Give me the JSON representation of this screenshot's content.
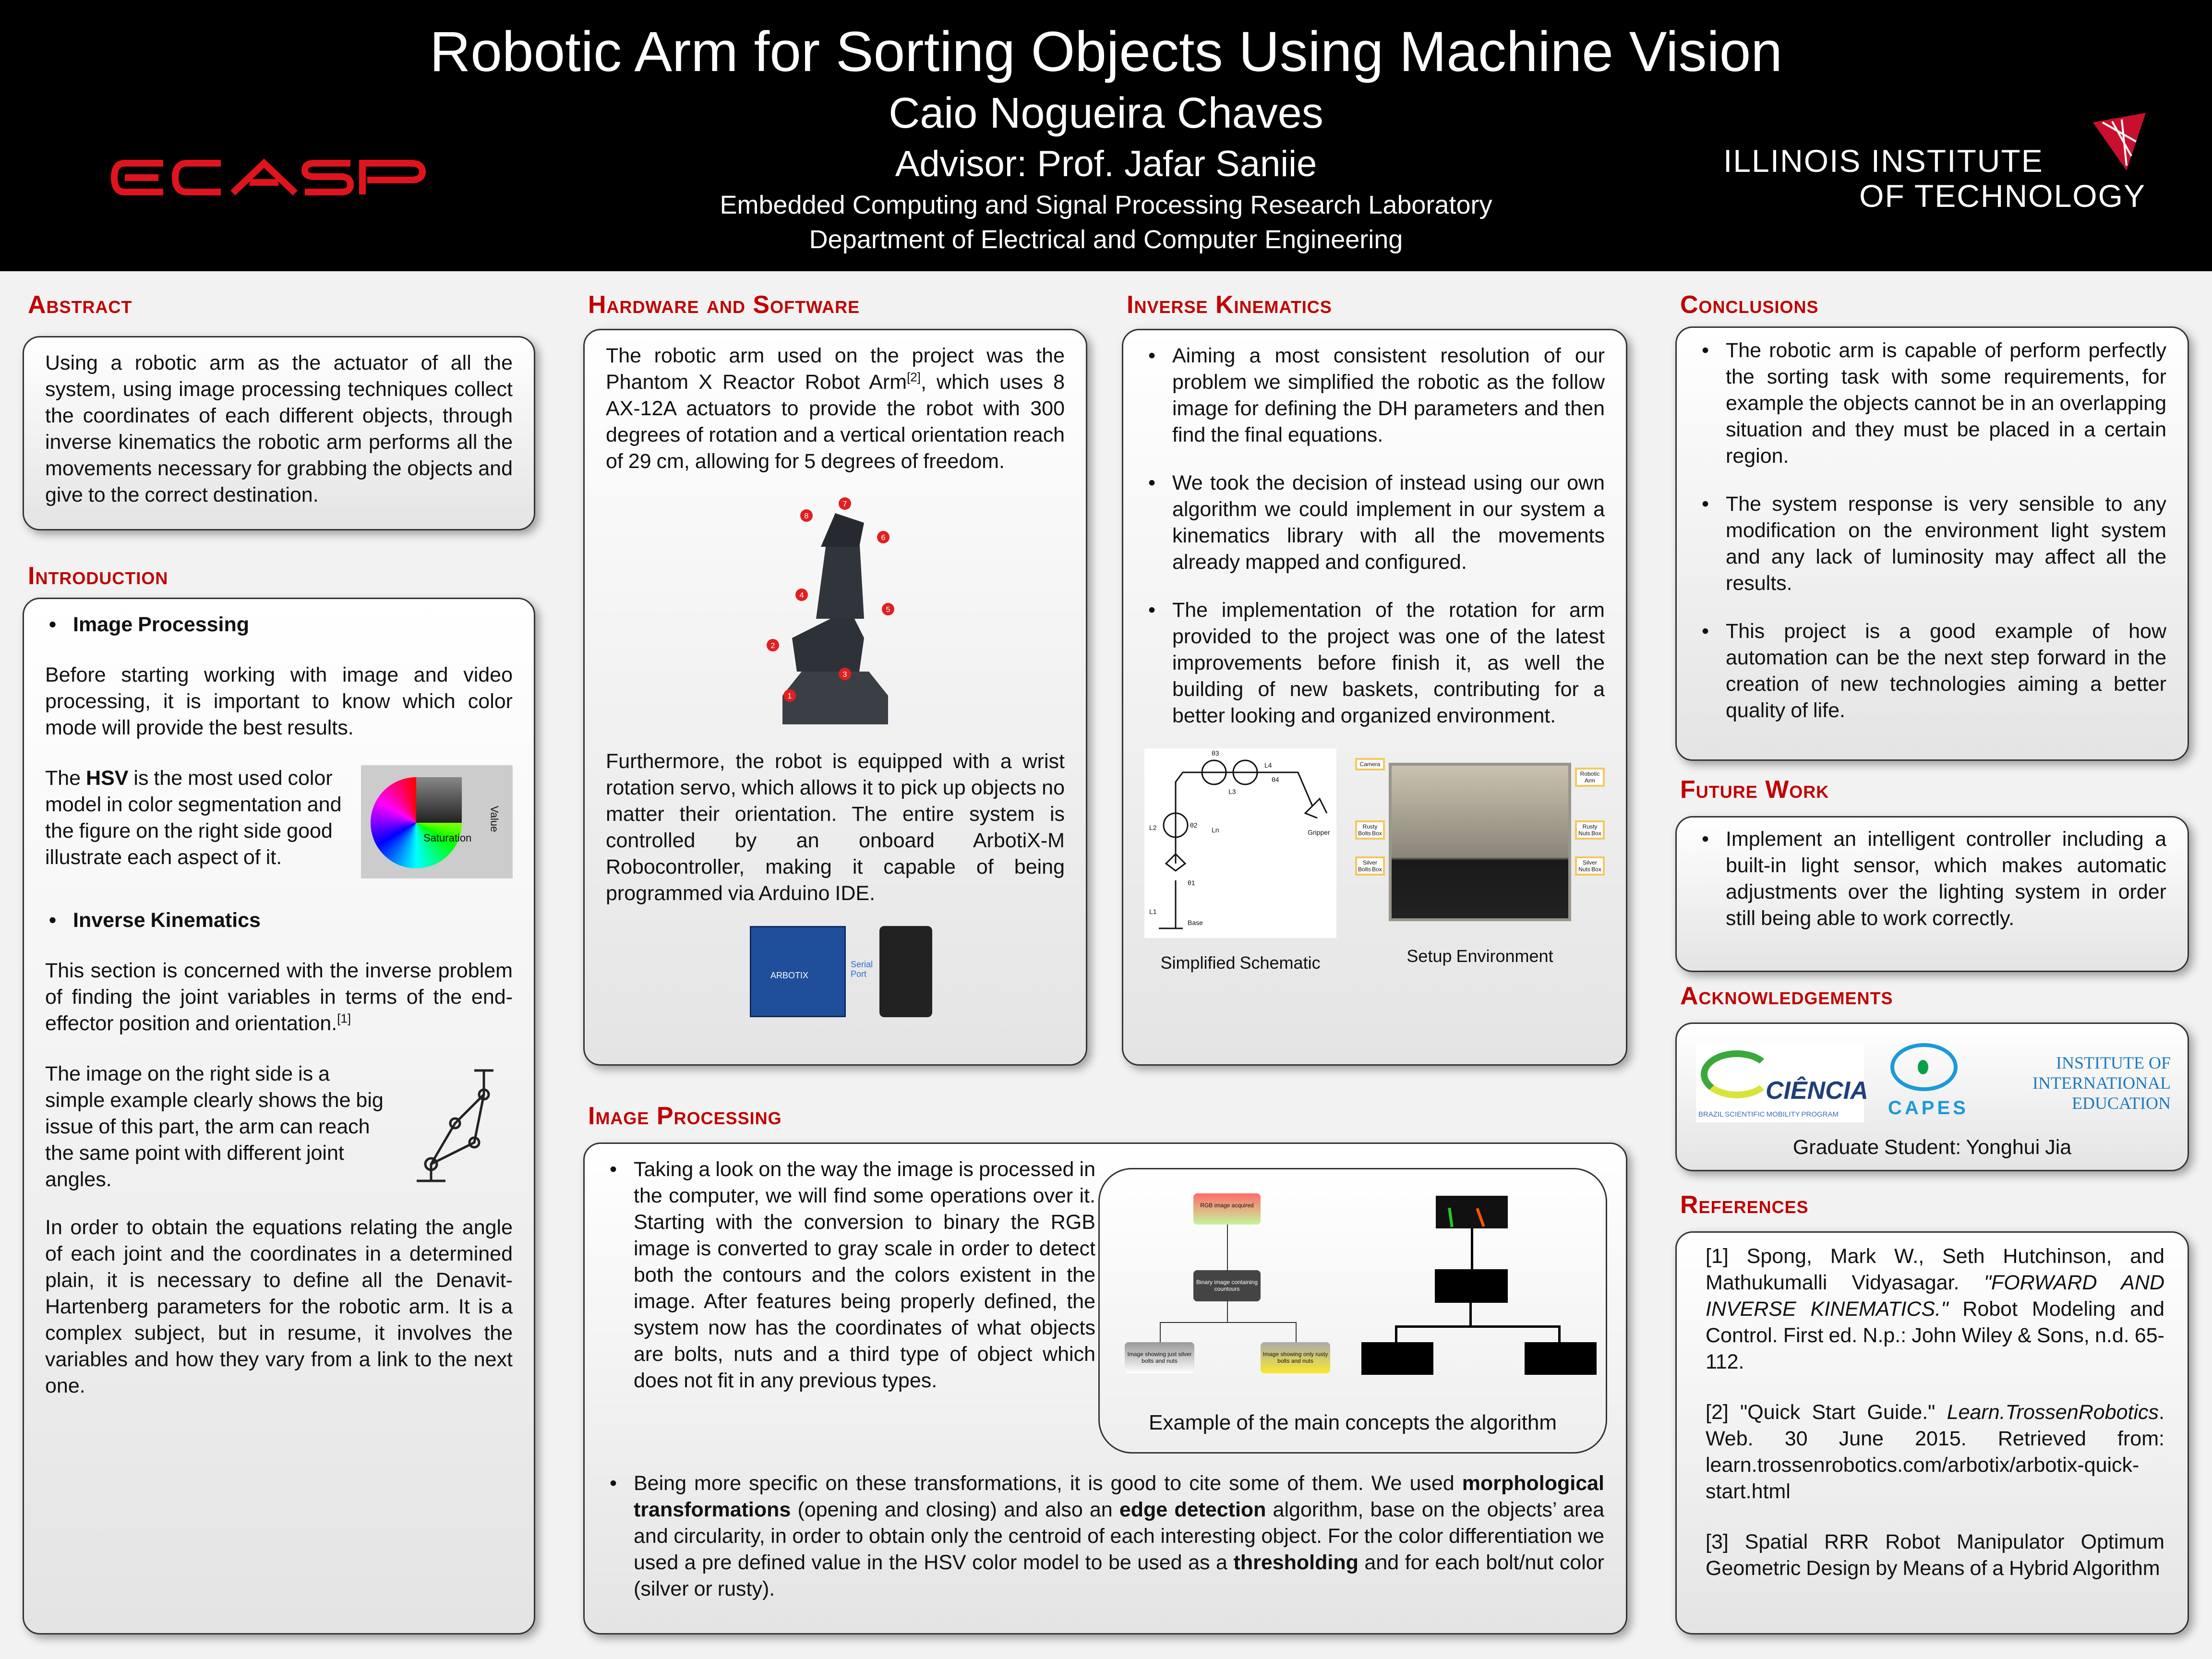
{
  "header": {
    "title": "Robotic Arm for Sorting Objects Using Machine Vision",
    "author": "Caio Nogueira Chaves",
    "advisor": "Advisor:  Prof.  Jafar Saniie",
    "lab": "Embedded Computing and Signal Processing Research Laboratory",
    "dept": "Department of Electrical and Computer Engineering",
    "logo_left": "ECASP",
    "logo_right_line1": "ILLINOIS INSTITUTE",
    "logo_right_line2": "OF TECHNOLOGY"
  },
  "abstract": {
    "heading": "Abstract",
    "text": "Using a robotic arm as the actuator of all the system, using image processing techniques collect the coordinates of each different objects, through inverse kinematics the robotic arm performs all the movements necessary for grabbing the objects and give to the correct destination."
  },
  "introduction": {
    "heading": "Introduction",
    "b1": "Image Processing",
    "p1": "Before starting working with image and video processing, it is important to know which color mode will provide the best results.",
    "p2a": "The ",
    "p2b": "HSV",
    "p2c": " is the most used color model in color segmentation and the figure on the right side good illustrate each aspect of it.",
    "hsv_labels": [
      "Saturation",
      "Value"
    ],
    "b2": "Inverse Kinematics",
    "p3": "This section is concerned with the inverse problem of finding  the joint variables in terms of the end-effector position and orientation.",
    "p3_ref": "[1]",
    "p4": "The image  on the right side is a simple example clearly shows the big issue of this part, the arm can reach the same point with different joint angles.",
    "p5": "In order to obtain the equations relating the angle of each joint and the coordinates in a determined plain, it is necessary to define all the Denavit-Hartenberg parameters for the robotic arm. It is a complex subject, but in resume, it involves the variables and how they vary from a link to the next one."
  },
  "hardware": {
    "heading": "Hardware and Software",
    "p1a": "The robotic arm used on the project was the Phantom X Reactor Robot Arm",
    "p1_ref": "[2]",
    "p1b": ", which uses 8 AX-12A actuators to provide the robot with 300 degrees of rotation and a vertical orientation reach of 29 cm, allowing for 5 degrees of freedom.",
    "joints": [
      "1",
      "2",
      "3",
      "4",
      "5",
      "6",
      "7",
      "8"
    ],
    "p2": "Furthermore, the robot is equipped with a wrist rotation servo, which allows it to pick up objects no matter their orientation. The entire system is controlled by an onboard ArbotiX-M Robocontroller, making it capable of being programmed via Arduino IDE.",
    "board_label": "ARBOTIX",
    "serial_label": "Serial Port"
  },
  "ik": {
    "heading": "Inverse Kinematics",
    "bullets": [
      "Aiming a most consistent  resolution of our problem we simplified the robotic as the follow image for defining the DH parameters and then find the final equations.",
      "We took the decision of instead using our own algorithm we could implement in our system a kinematics library with all the movements already mapped and configured.",
      "The implementation of the rotation for arm provided to the project was one of the latest improvements before finish it, as well the building of new baskets, contributing for a better looking and organized environment."
    ],
    "schematic_caption": "Simplified Schematic",
    "setup_caption": "Setup Environment",
    "schematic_labels": [
      "θ3",
      "L4",
      "θ4",
      "L3",
      "Ln",
      "θ2",
      "L2",
      "Gripper",
      "θ1",
      "L1",
      "Base"
    ],
    "setup_labels": [
      "Camera",
      "Robotic Arm",
      "Rusty Bolts Box",
      "Rusty Nuts Box",
      "Silver Bolts Box",
      "Silver Nuts Box"
    ]
  },
  "imgproc": {
    "heading": "Image Processing",
    "b1": "Taking a look on the way the image is processed in the computer, we will find some operations over it. Starting with the conversion to binary the RGB image is converted to gray scale in order to detect both the contours and the colors existent in the image. After features being properly defined, the system now has the coordinates of what objects are bolts, nuts and a third type of object which does not fit in any previous types.",
    "flow": [
      "RGB image acquired",
      "Binary image containing countours",
      "Image showing just silver bolts and nuts",
      "Image showing only rusty bolts and nuts"
    ],
    "caption": "Example of the main concepts the algorithm",
    "b2": [
      {
        "t": "Being more specific on these transformations, it is good to cite some of them. We used ",
        "b": false
      },
      {
        "t": "morphological transformations",
        "b": true
      },
      {
        "t": " (opening and closing) and also an ",
        "b": false
      },
      {
        "t": "edge detection",
        "b": true
      },
      {
        "t": " algorithm, base on the objects’ area and circularity, in order to obtain only the centroid of each interesting object. For the color differentiation we used a pre defined value in the HSV color model to be used as a ",
        "b": false
      },
      {
        "t": "thresholding",
        "b": true
      },
      {
        "t": " and for each bolt/nut color (silver or rusty).",
        "b": false
      }
    ]
  },
  "conclusions": {
    "heading": "Conclusions",
    "bullets": [
      "The robotic arm is capable of perform perfectly the sorting task with some requirements, for example the objects cannot be in an overlapping situation and they must be placed in a certain region.",
      "The system response is very sensible to any modification on the environment light system and any lack of luminosity may affect all the results.",
      "This project is a good example of how automation can be the next step forward in the creation of new technologies aiming a better quality of life."
    ]
  },
  "future": {
    "heading": "Future Work",
    "bullets": [
      "Implement an intelligent controller including a built-in light sensor, which makes automatic adjustments over the lighting system in order still being able to work correctly."
    ]
  },
  "ack": {
    "heading": "Acknowledgements",
    "ciencia": "CIÊNCIA",
    "ciencia_sub": "BRAZIL SCIENTIFIC MOBILITY PROGRAM",
    "capes": "CAPES",
    "iie": [
      "INSTITUTE OF",
      "INTERNATIONAL",
      "EDUCATION"
    ],
    "student": "Graduate Student: Yonghui Jia"
  },
  "references": {
    "heading": "References",
    "r1a": "[1] Spong, Mark W., Seth Hutchinson, and Mathukumalli Vidyasagar. ",
    "r1i": "\"FORWARD AND INVERSE KINEMATICS.\"",
    "r1b": " Robot Modeling and Control. First ed. N.p.: John Wiley & Sons, n.d. 65-112.",
    "r2a": "[2] \"Quick Start Guide.\" ",
    "r2i": "Learn.TrossenRobotics",
    "r2b": ". Web. 30 June 2015. Retrieved from: learn.trossenrobotics.com/arbotix/arbotix-quick-start.html",
    "r3": "[3] Spatial RRR Robot Manipulator Optimum Geometric Design by Means of a Hybrid Algorithm"
  },
  "colors": {
    "accent": "#c00000",
    "header_bg": "#000000",
    "tag": "#f5c85a"
  }
}
